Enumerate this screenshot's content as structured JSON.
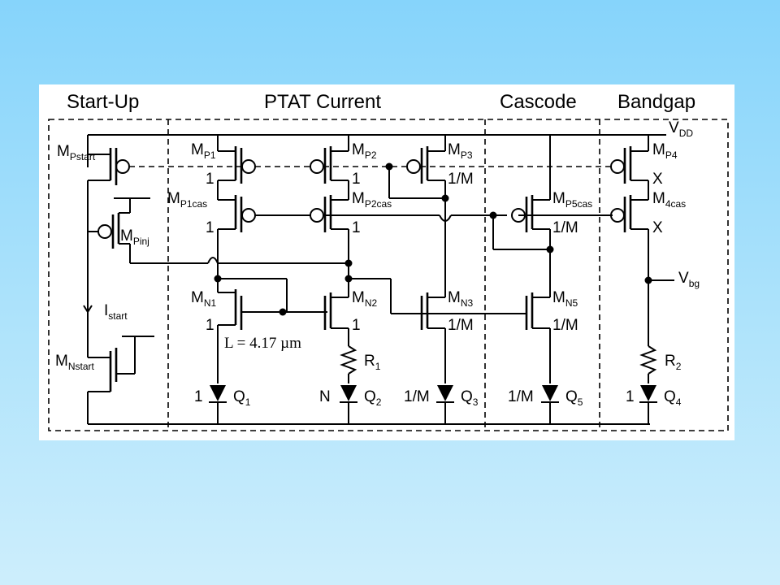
{
  "sections": {
    "startup": "Start-Up",
    "ptat": "PTAT Current",
    "cascode": "Cascode",
    "bandgap": "Bandgap"
  },
  "nets": {
    "vdd": {
      "main": "V",
      "sub": "DD"
    },
    "vbg": {
      "main": "V",
      "sub": "bg"
    },
    "istart": {
      "main": "I",
      "sub": "start"
    }
  },
  "transistors": {
    "mpstart": {
      "main": "M",
      "sub": "Pstart"
    },
    "mpinj": {
      "main": "M",
      "sub": "Pinj"
    },
    "mnstart": {
      "main": "M",
      "sub": "Nstart"
    },
    "mp1": {
      "main": "M",
      "sub": "P1",
      "ratio": "1"
    },
    "mp2": {
      "main": "M",
      "sub": "P2",
      "ratio": "1"
    },
    "mp3": {
      "main": "M",
      "sub": "P3",
      "ratio": "1/M"
    },
    "mp1cas": {
      "main": "M",
      "sub": "P1cas",
      "ratio": "1"
    },
    "mp2cas": {
      "main": "M",
      "sub": "P2cas",
      "ratio": "1"
    },
    "mp5cas": {
      "main": "M",
      "sub": "P5cas",
      "ratio": "1/M"
    },
    "mp4": {
      "main": "M",
      "sub": "P4",
      "ratio": "X"
    },
    "m4cas": {
      "main": "M",
      "sub": "4cas",
      "ratio": "X"
    },
    "mn1": {
      "main": "M",
      "sub": "N1",
      "ratio": "1"
    },
    "mn2": {
      "main": "M",
      "sub": "N2",
      "ratio": "1"
    },
    "mn3": {
      "main": "M",
      "sub": "N3",
      "ratio": "1/M"
    },
    "mn5": {
      "main": "M",
      "sub": "N5",
      "ratio": "1/M"
    }
  },
  "resistors": {
    "r1": {
      "main": "R",
      "sub": "1"
    },
    "r2": {
      "main": "R",
      "sub": "2"
    }
  },
  "diodes": {
    "q1": {
      "main": "Q",
      "sub": "1",
      "ratio": "1"
    },
    "q2": {
      "main": "Q",
      "sub": "2",
      "ratio": "N"
    },
    "q3": {
      "main": "Q",
      "sub": "3",
      "ratio": "1/M"
    },
    "q5": {
      "main": "Q",
      "sub": "5",
      "ratio": "1/M"
    },
    "q4": {
      "main": "Q",
      "sub": "4",
      "ratio": "1"
    }
  },
  "annotations": {
    "length": "L = 4.17 µm"
  }
}
